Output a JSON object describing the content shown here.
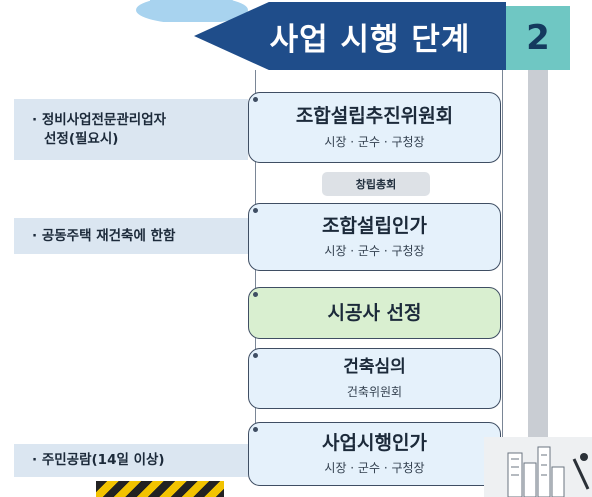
{
  "header": {
    "title": "사업 시행 단계",
    "step_number": "2"
  },
  "steps": [
    {
      "title": "조합설립추진위원회",
      "subtitle": "시장 · 군수 · 구청장",
      "fill": "#e5f1fb"
    },
    {
      "title": "조합설립인가",
      "subtitle": "시장 · 군수 · 구청장",
      "fill": "#e5f1fb"
    },
    {
      "title": "시공사 선정",
      "subtitle": "",
      "fill": "#d9efd0"
    },
    {
      "title": "건축심의",
      "subtitle": "건축위원회",
      "fill": "#e5f1fb"
    },
    {
      "title": "사업시행인가",
      "subtitle": "시장 · 군수 · 구청장",
      "fill": "#e5f1fb"
    }
  ],
  "connector_label": "창립총회",
  "notes": [
    {
      "line1": "· 정비사업전문관리업자",
      "line2": "선정(필요시)"
    },
    {
      "line1": "· 공동주택 재건축에 한함",
      "line2": ""
    },
    {
      "line1": "· 주민공람(14일 이상)",
      "line2": ""
    }
  ],
  "colors": {
    "banner": "#1f4d8a",
    "badge": "#6fc7c3",
    "note_bg": "#dbe6f1"
  }
}
